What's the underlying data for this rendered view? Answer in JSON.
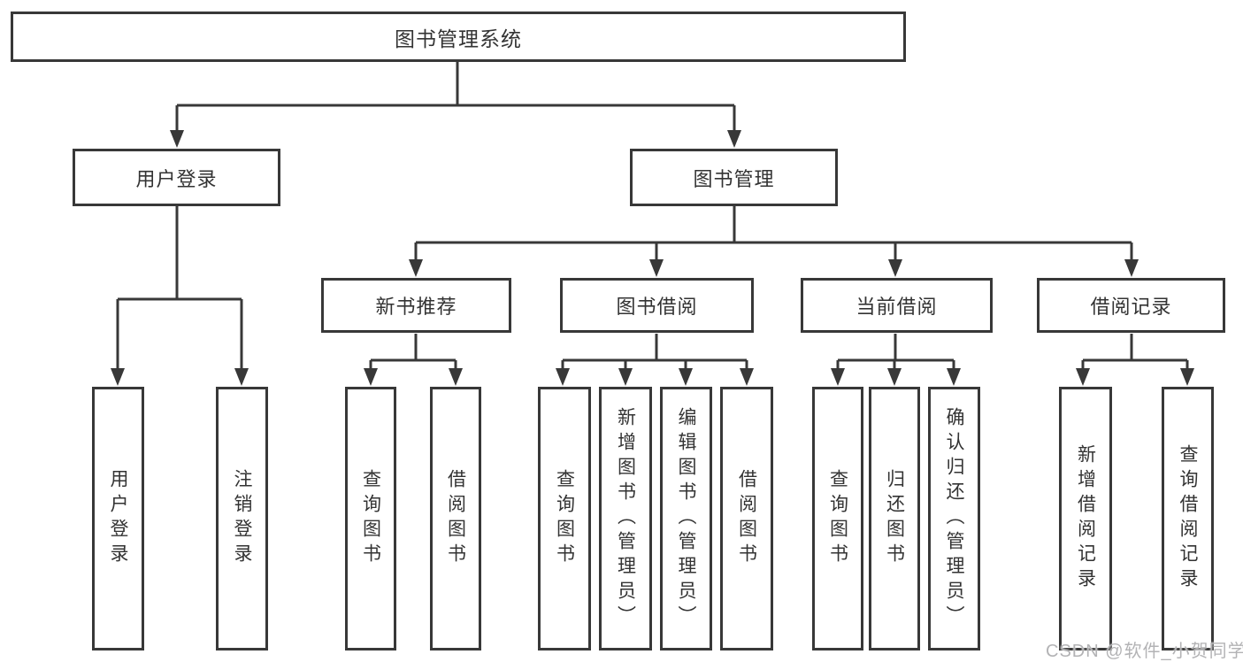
{
  "diagram": {
    "title_node": "图书管理系统",
    "level2": {
      "user_login": "用户登录",
      "book_mgmt": "图书管理"
    },
    "level3": {
      "new_books": "新书推荐",
      "book_borrow": "图书借阅",
      "current_borrow": "当前借阅",
      "borrow_records": "借阅记录"
    },
    "leaves": [
      "用户登录",
      "注销登录",
      "查询图书",
      "借阅图书",
      "查询图书",
      "新增图书（管理员）",
      "编辑图书（管理员）",
      "借阅图书",
      "查询图书",
      "归还图书",
      "确认归还（管理员）",
      "新增借阅记录",
      "查询借阅记录"
    ]
  },
  "watermark": "CSDN @软件_小贺同学",
  "colors": {
    "line": "#383838",
    "text": "#333333",
    "watermark": "#b3b3b5",
    "background": "#ffffff"
  }
}
